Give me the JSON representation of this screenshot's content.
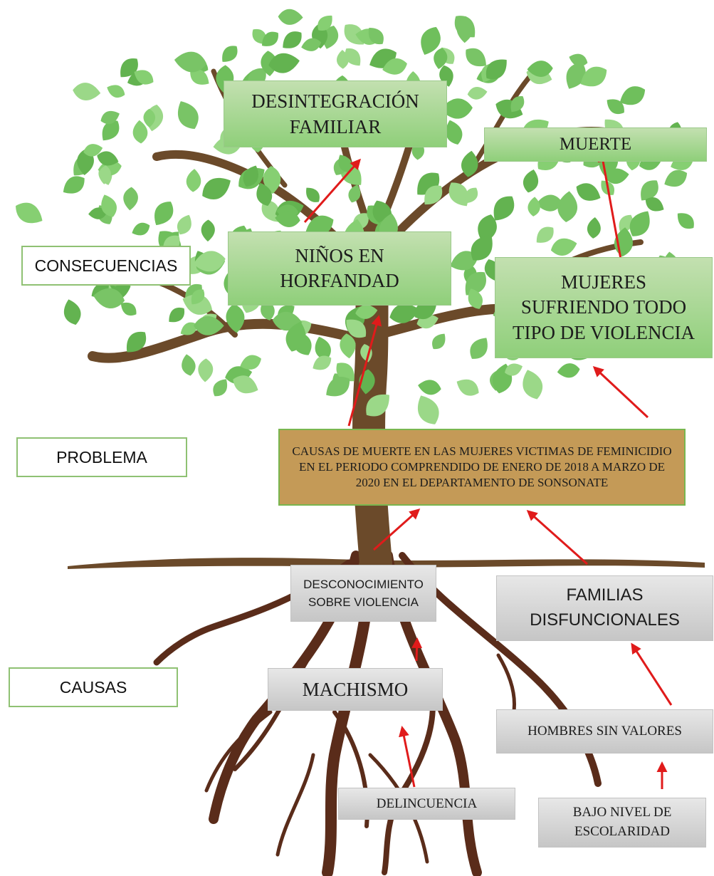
{
  "labels": {
    "consecuencias": "CONSECUENCIAS",
    "problema": "PROBLEMA",
    "causas": "CAUSAS"
  },
  "consequences": {
    "desintegracion": "DESINTEGRACIÓN\nFAMILIAR",
    "muerte": "MUERTE",
    "ninos": "NIÑOS EN\nHORFANDAD",
    "mujeres": "MUJERES\nSUFRIENDO TODO\nTIPO DE VIOLENCIA"
  },
  "problem": "CAUSAS DE MUERTE EN LAS MUJERES VICTIMAS DE FEMINICIDIO EN EL PERIODO COMPRENDIDO DE ENERO DE 2018 A MARZO DE 2020 EN EL DEPARTAMENTO DE SONSONATE",
  "causes": {
    "desconocimiento": "DESCONOCIMIENTO\nSOBRE VIOLENCIA",
    "familias": "FAMILIAS\nDISFUNCIONALES",
    "machismo": "MACHISMO",
    "hombres": "HOMBRES SIN VALORES",
    "delincuencia": "DELINCUENCIA",
    "escolaridad": "BAJO NIVEL DE\nESCOLARIDAD"
  },
  "colors": {
    "leaf": "#7cc96a",
    "trunk": "#6b4a2a",
    "roots": "#5a2c1a",
    "problem_fill": "#c49a57",
    "arrow": "#e01b1b"
  }
}
